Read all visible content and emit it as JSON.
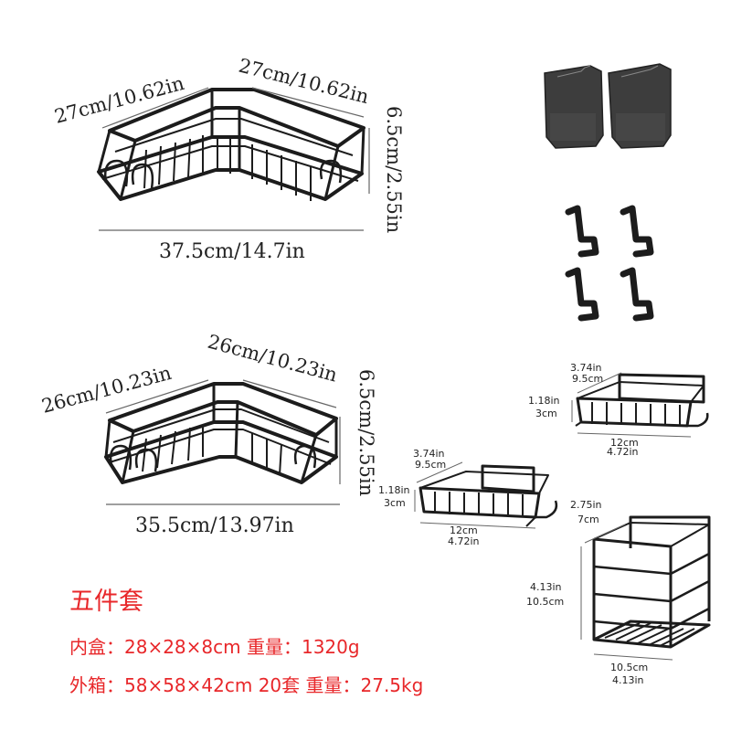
{
  "dimensions": {
    "large_rack": {
      "left_side": "27cm/10.62in",
      "right_side": "27cm/10.62in",
      "height": "6.5cm/2.55in",
      "width": "37.5cm/14.7in"
    },
    "medium_rack": {
      "left_side": "26cm/10.23in",
      "right_side": "26cm/10.23in",
      "height": "6.5cm/2.55in",
      "width": "35.5cm/13.97in"
    },
    "soap_rack_top": {
      "depth_in": "3.74in",
      "depth_cm": "9.5cm",
      "height_in": "1.18in",
      "height_cm": "3cm",
      "length_cm": "12cm",
      "length_in": "4.72in"
    },
    "soap_rack_bottom": {
      "depth_in": "3.74in",
      "depth_cm": "9.5cm",
      "height_in": "1.18in",
      "height_cm": "3cm",
      "length_cm": "12cm",
      "length_in": "4.72in"
    },
    "holder": {
      "depth_in": "2.75in",
      "depth_cm": "7cm",
      "height_in": "4.13in",
      "height_cm": "10.5cm",
      "width_cm": "10.5cm",
      "width_in": "4.13in"
    }
  },
  "specs": {
    "title": "五件套",
    "inner_box": "内盒：28×28×8cm 重量：1320g",
    "outer_box": "外箱：58×58×42cm 20套 重量：27.5kg"
  },
  "colors": {
    "metal": "#1c1c1c",
    "cup": "#3d3d3d",
    "spec_text": "#e8272a"
  }
}
